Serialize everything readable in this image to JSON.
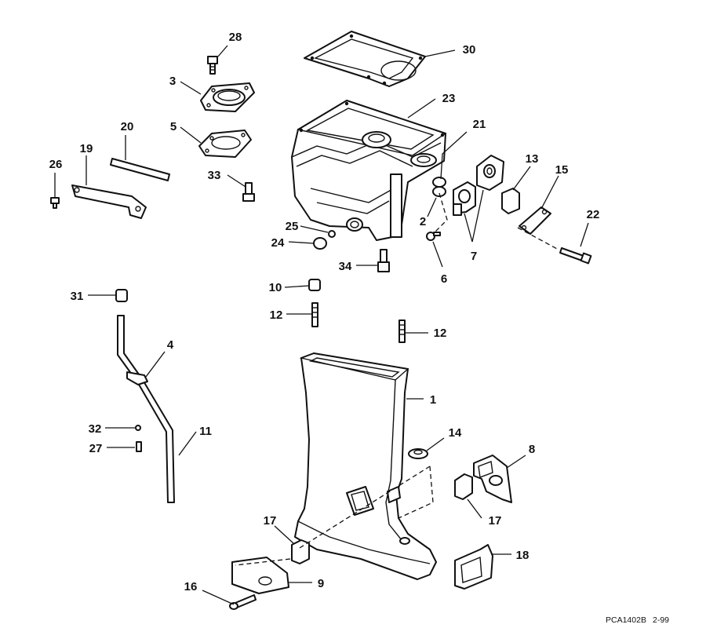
{
  "diagram": {
    "callouts": [
      "28",
      "30",
      "3",
      "23",
      "21",
      "20",
      "5",
      "19",
      "26",
      "33",
      "13",
      "15",
      "2",
      "22",
      "25",
      "24",
      "34",
      "7",
      "6",
      "10",
      "31",
      "12",
      "12",
      "4",
      "1",
      "32",
      "11",
      "27",
      "14",
      "8",
      "17",
      "17",
      "18",
      "16",
      "9"
    ],
    "figure_code": "PCA1402B",
    "figure_date": "2-99"
  }
}
